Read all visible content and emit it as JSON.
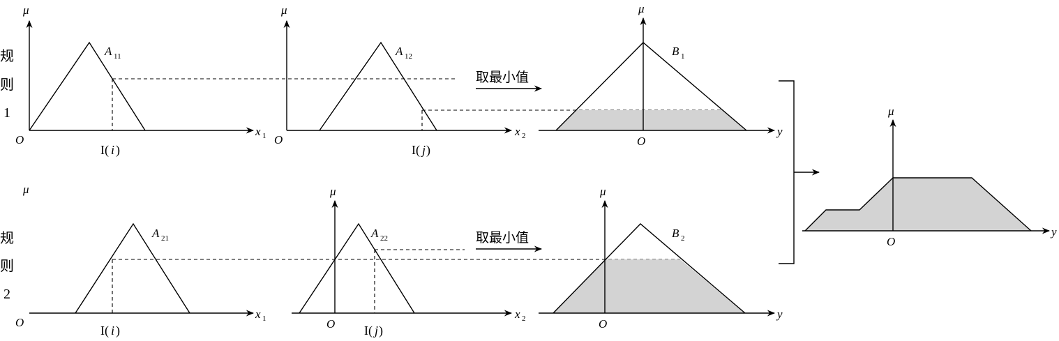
{
  "rule1_label": {
    "c1": "规",
    "c2": "则",
    "c3": "1"
  },
  "rule2_label": {
    "c1": "规",
    "c2": "则",
    "c3": "2"
  },
  "mu": "μ",
  "origin": "O",
  "x1": "x",
  "x1_sub": "1",
  "x2": "x",
  "x2_sub": "2",
  "y": "y",
  "A11": "A",
  "A11_sub": "11",
  "A12": "A",
  "A12_sub": "12",
  "A21": "A",
  "A21_sub": "21",
  "A22": "A",
  "A22_sub": "22",
  "B1": "B",
  "B1_sub": "1",
  "B2": "B",
  "B2_sub": "2",
  "Ii": {
    "pre": "I(",
    "var": "i",
    "post": ")"
  },
  "Ij": {
    "pre": "I(",
    "var": "j",
    "post": ")"
  },
  "min_op": "取最小值"
}
